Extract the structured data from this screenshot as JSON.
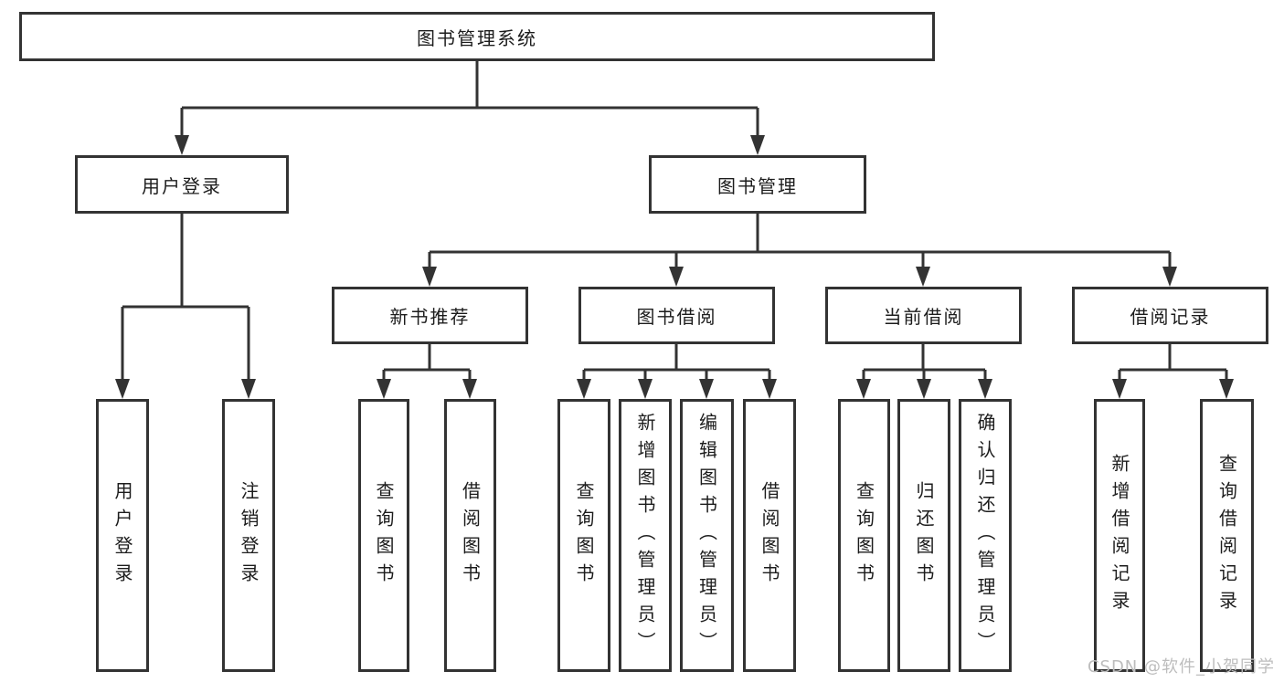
{
  "tree": {
    "label": "图书管理系统",
    "children": [
      {
        "label": "用户登录",
        "children": [
          {
            "label": "用户登录"
          },
          {
            "label": "注销登录"
          }
        ]
      },
      {
        "label": "图书管理",
        "children": [
          {
            "label": "新书推荐",
            "children": [
              {
                "label": "查询图书"
              },
              {
                "label": "借阅图书"
              }
            ]
          },
          {
            "label": "图书借阅",
            "children": [
              {
                "label": "查询图书"
              },
              {
                "label": "新增图书（管理员）"
              },
              {
                "label": "编辑图书（管理员）"
              },
              {
                "label": "借阅图书"
              }
            ]
          },
          {
            "label": "当前借阅",
            "children": [
              {
                "label": "查询图书"
              },
              {
                "label": "归还图书"
              },
              {
                "label": "确认归还（管理员）"
              }
            ]
          },
          {
            "label": "借阅记录",
            "children": [
              {
                "label": "新增借阅记录"
              },
              {
                "label": "查询借阅记录"
              }
            ]
          }
        ]
      }
    ]
  },
  "watermark": "CSDN @软件_小贺同学",
  "colors": {
    "line": "#333333",
    "text": "#1c1c1c",
    "watermark": "#bdbdbd",
    "background": "#ffffff"
  }
}
